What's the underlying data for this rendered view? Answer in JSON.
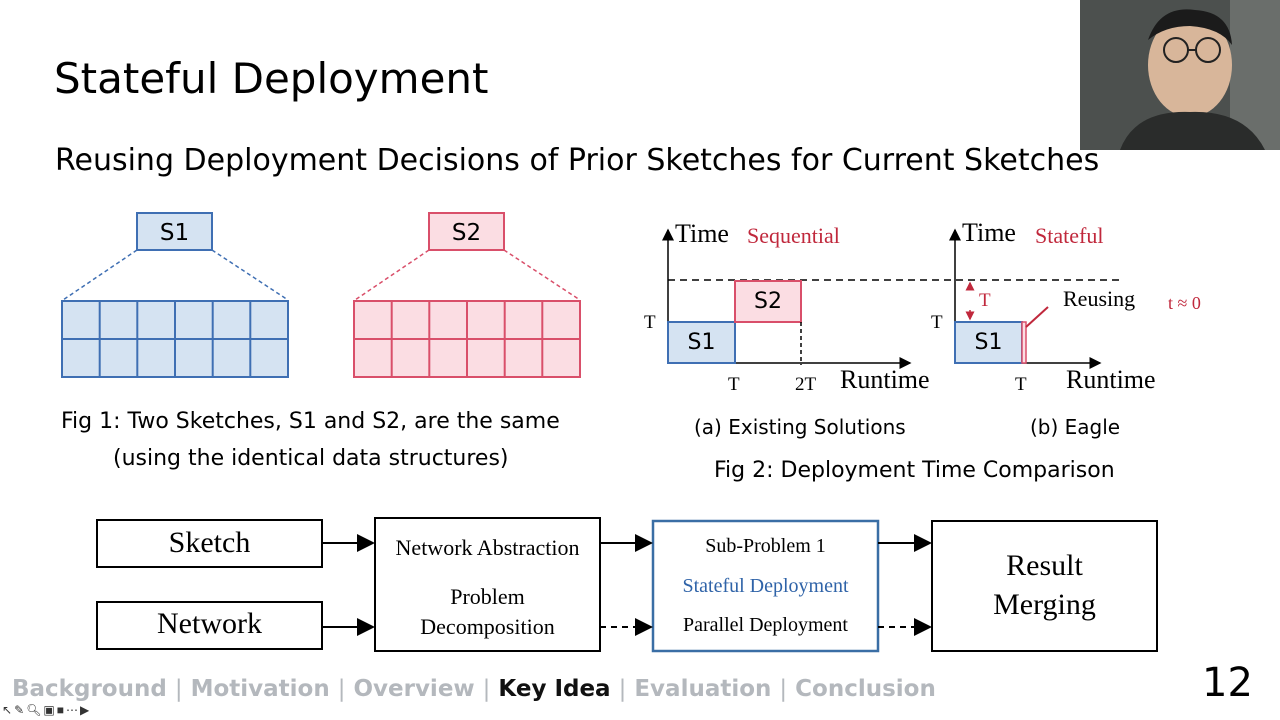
{
  "slide": {
    "title": "Stateful Deployment",
    "subtitle": "Reusing Deployment Decisions of Prior Sketches for Current Sketches",
    "page_number": "12"
  },
  "fig1": {
    "s1_label": "S1",
    "s2_label": "S2",
    "caption_line1": "Fig 1: Two Sketches, S1 and S2, are the same",
    "caption_line2": "(using the identical data structures)",
    "colors": {
      "s1_stroke": "#3f6fb3",
      "s1_fill": "#d5e3f2",
      "s2_stroke": "#d94f6a",
      "s2_fill": "#fbdde3"
    }
  },
  "fig2": {
    "panel_a": {
      "y_axis": "Time",
      "mode": "Sequential",
      "x_axis": "Runtime",
      "y_tick": "T",
      "x_ticks": [
        "T",
        "2T"
      ],
      "bar1": "S1",
      "bar2": "S2",
      "caption": "(a) Existing Solutions"
    },
    "panel_b": {
      "y_axis": "Time",
      "mode": "Stateful",
      "x_axis": "Runtime",
      "y_tick": "T",
      "x_tick": "T",
      "bar1": "S1",
      "gap_label": "T",
      "reusing_label": "Reusing",
      "t_label": "t ≈ 0",
      "caption": "(b) Eagle"
    },
    "caption": "Fig 2: Deployment Time Comparison",
    "colors": {
      "accent_red": "#c0283c"
    }
  },
  "pipeline": {
    "sketch": "Sketch",
    "network": "Network",
    "abstraction": "Network Abstraction",
    "decomp_line1": "Problem",
    "decomp_line2": "Decomposition",
    "sub_problem": "Sub-Problem 1",
    "stateful": "Stateful Deployment",
    "parallel": "Parallel Deployment",
    "result_line1": "Result",
    "result_line2": "Merging",
    "colors": {
      "highlight_border": "#3a6ea5",
      "highlight_text": "#2f63a8"
    }
  },
  "nav": {
    "items": [
      "Background",
      "Motivation",
      "Overview",
      "Key Idea",
      "Evaluation",
      "Conclusion"
    ],
    "active": "Key Idea"
  },
  "player": {
    "icons": [
      "cursor-icon",
      "pen-icon",
      "zoom-icon",
      "captions-icon",
      "camera-icon",
      "more-icon",
      "next-icon"
    ]
  }
}
